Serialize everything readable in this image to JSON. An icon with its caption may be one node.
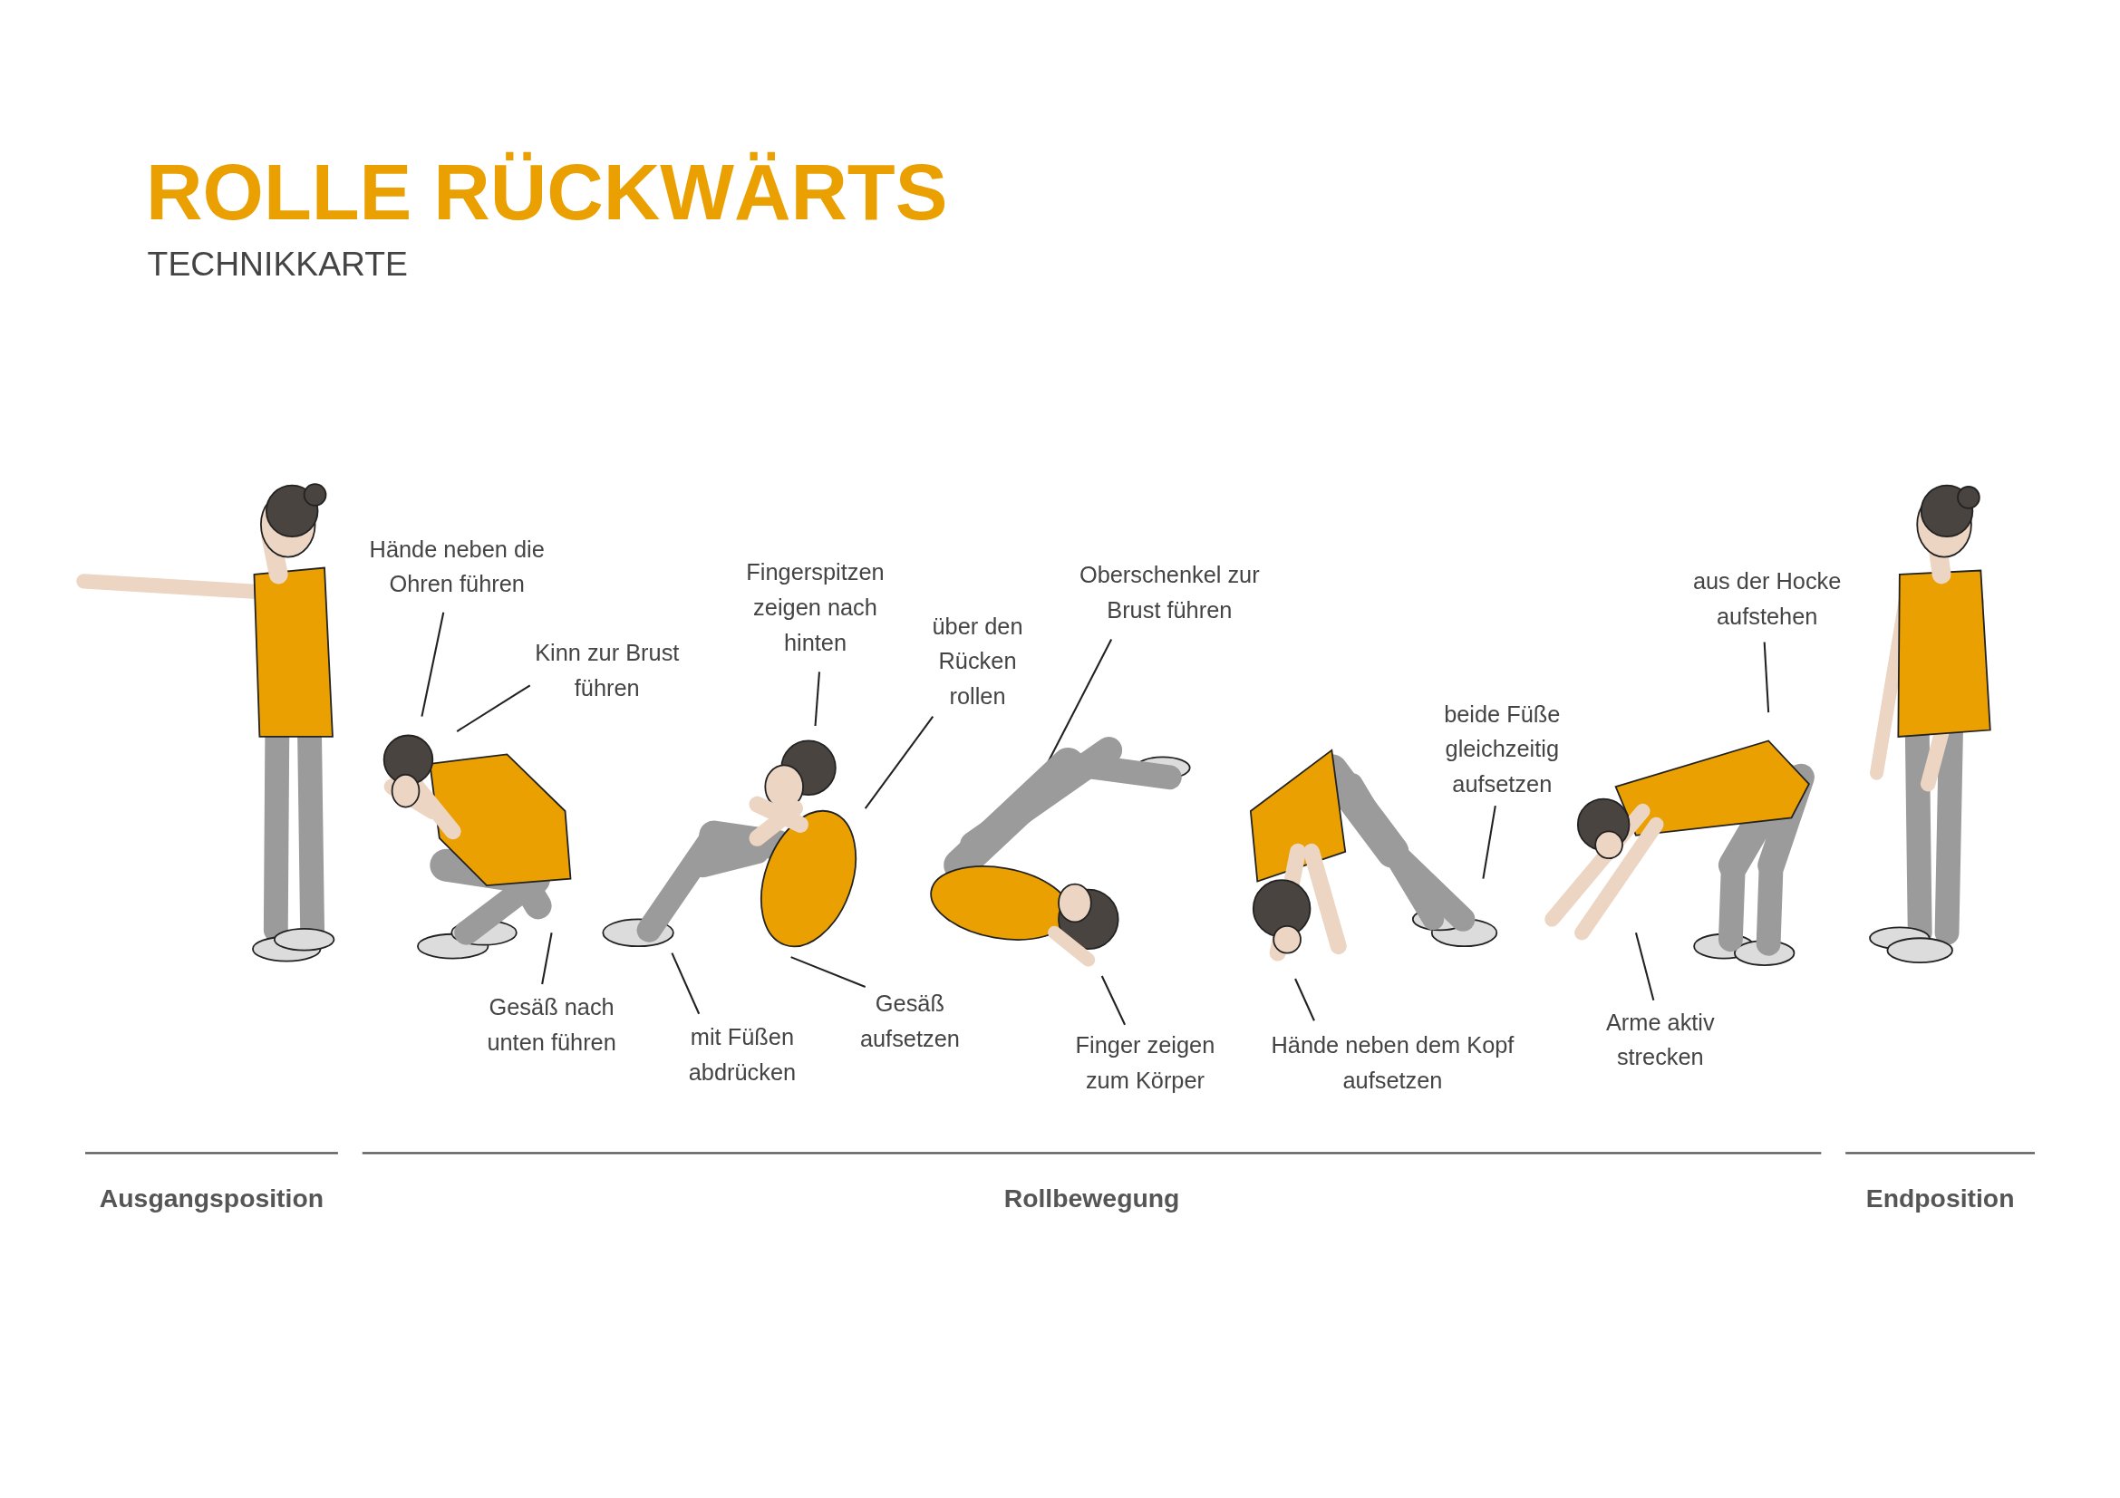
{
  "diagram": {
    "title": "ROLLE RÜCKWÄRTS",
    "nodes": [
      {
        "text": [],
        "shape": "picture"
      },
      {
        "text": [
          "Hände neben die Ohren führen"
        ]
      },
      {
        "text": [
          "Kinn zur Brust führen"
        ]
      },
      {
        "text": [],
        "shape": "picture"
      },
      {
        "text": [
          "Gesäß nach unten führen"
        ]
      },
      {
        "text": [
          "Fingerspitzen zeigen nach hinten"
        ]
      },
      {
        "text": [
          "über den Rücken rollen"
        ]
      },
      {
        "text": [],
        "shape": "picture"
      },
      {
        "text": [
          "mit Füßen abdrücken"
        ]
      },
      {
        "text": [
          "Gesäß aufsetzen"
        ]
      },
      {
        "text": [
          "Oberschenkel zur Brust führen"
        ]
      },
      {
        "text": [],
        "shape": "picture"
      },
      {
        "text": [
          "Finger zeigen zum Körper"
        ]
      },
      {
        "text": [
          "beide Füße gleichzeitig aufsetzen"
        ]
      },
      {
        "text": [],
        "shape": "picture"
      },
      {
        "text": [
          "Hände neben dem Kopf aufsetzen"
        ]
      },
      {
        "text": [
          "aus der Hocke aufstehen"
        ]
      },
      {
        "text": [],
        "shape": "picture"
      },
      {
        "text": [
          "Arme aktiv strecken"
        ]
      },
      {
        "text": [],
        "shape": "picture"
      }
    ],
    "edges": [
      {
        "from": 1,
        "to": 3,
        "arrow": "none"
      },
      {
        "from": 2,
        "to": 3,
        "arrow": "none"
      },
      {
        "from": 4,
        "to": 3,
        "arrow": "none"
      },
      {
        "from": 5,
        "to": 7,
        "arrow": "none"
      },
      {
        "from": 6,
        "to": 7,
        "arrow": "none"
      },
      {
        "from": 8,
        "to": 7,
        "arrow": "none"
      },
      {
        "from": 9,
        "to": 7,
        "arrow": "none"
      },
      {
        "from": 10,
        "to": 11,
        "arrow": "none"
      },
      {
        "from": 12,
        "to": 11,
        "arrow": "none"
      },
      {
        "from": 13,
        "to": 14,
        "arrow": "none"
      },
      {
        "from": 15,
        "to": 14,
        "arrow": "none"
      },
      {
        "from": 16,
        "to": 17,
        "arrow": "none"
      },
      {
        "from": 18,
        "to": 17,
        "arrow": "none"
      }
    ],
    "labels": [
      "TECHNIKKARTE",
      "Ausgangsposition",
      "Rollbewegung",
      "Endposition"
    ]
  }
}
